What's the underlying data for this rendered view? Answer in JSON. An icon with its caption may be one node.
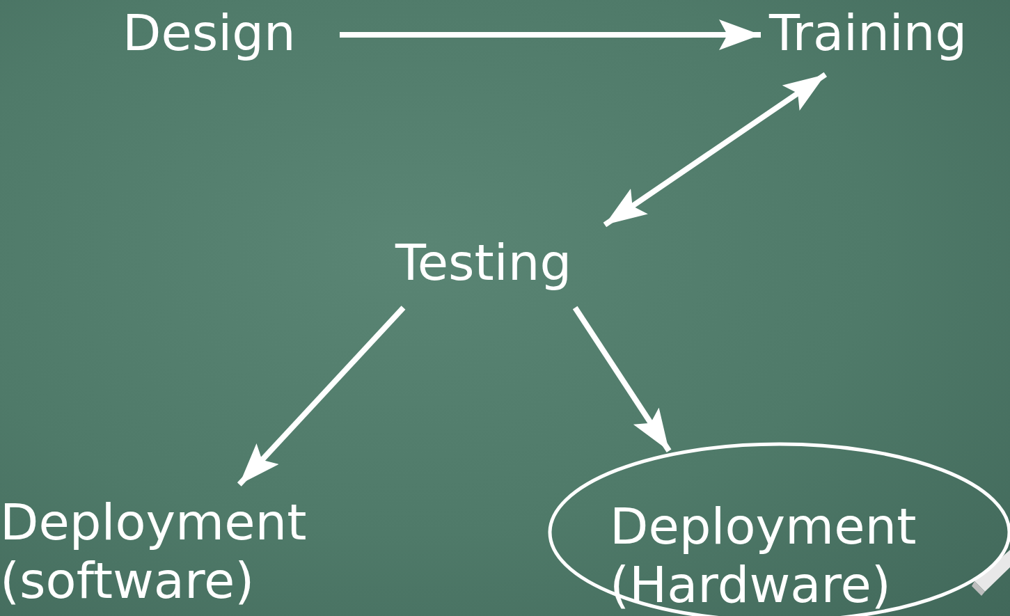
{
  "diagram": {
    "nodes": [
      {
        "text": [
          "Design"
        ]
      },
      {
        "text": [
          "Training"
        ]
      },
      {
        "text": [
          "Testing"
        ]
      },
      {
        "text": [
          "Deployment (software)"
        ]
      },
      {
        "text": [
          "Deployment (Hardware)"
        ]
      }
    ],
    "edges": [
      {
        "from": 0,
        "to": 1,
        "arrow": "to"
      },
      {
        "from": 2,
        "to": 1,
        "arrow": "both"
      },
      {
        "from": 2,
        "to": 3,
        "arrow": "to"
      },
      {
        "from": 2,
        "to": 4,
        "arrow": "to"
      }
    ]
  }
}
